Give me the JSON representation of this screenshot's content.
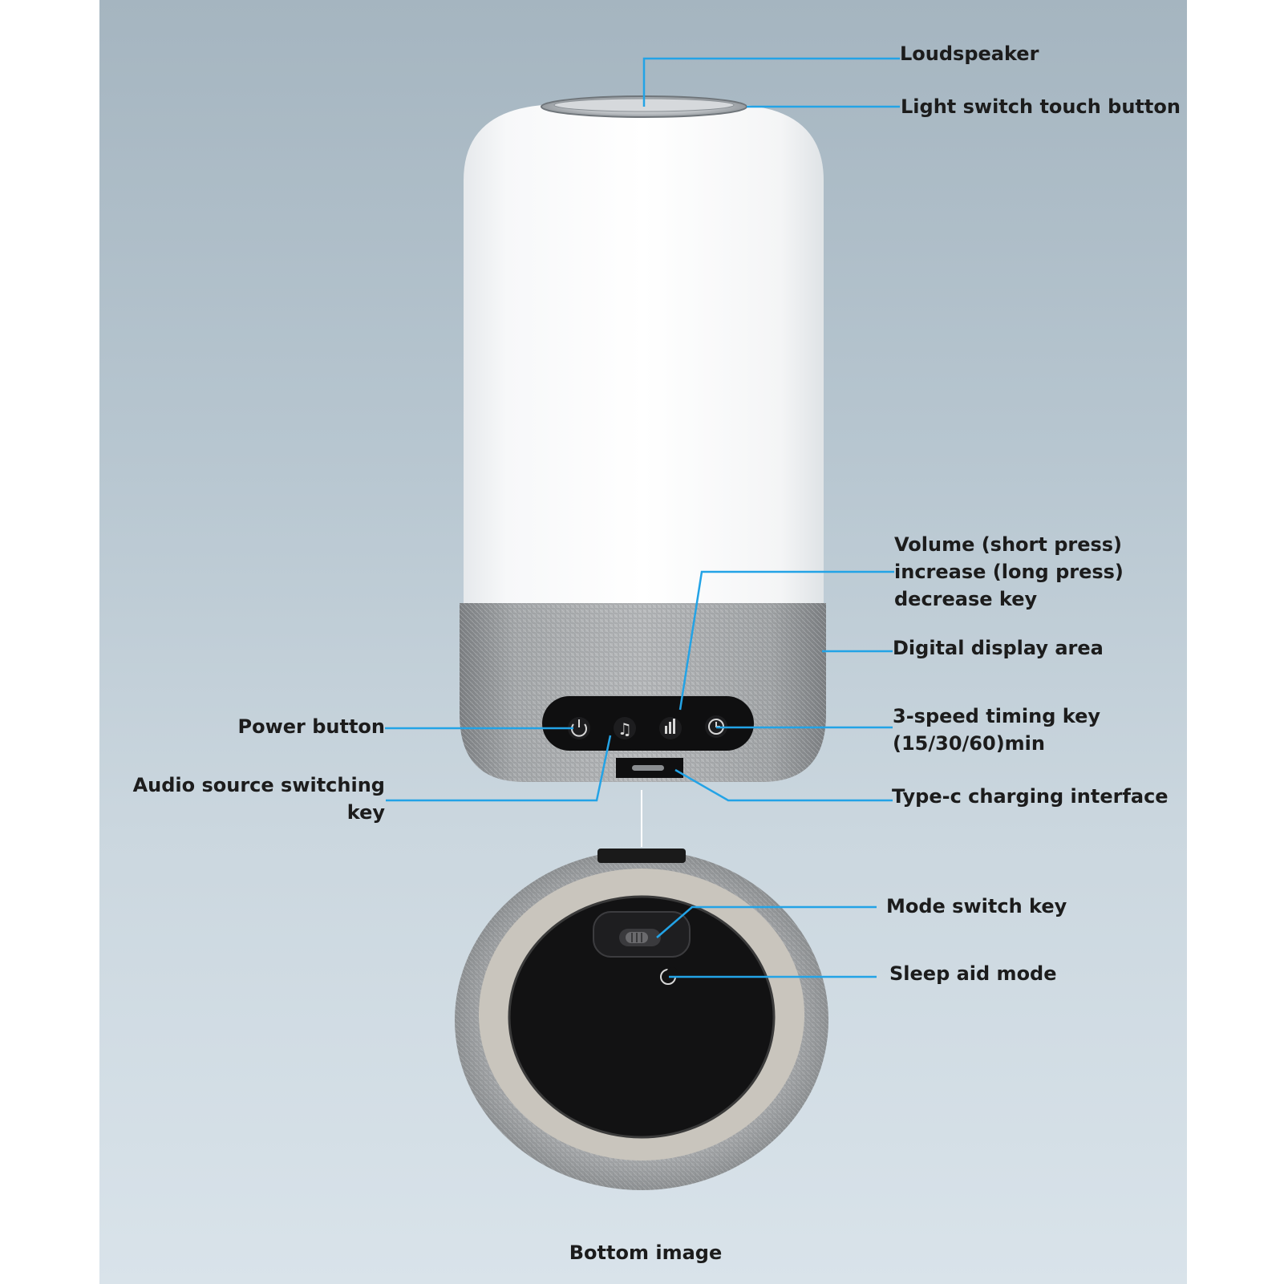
{
  "labels": {
    "loudspeaker": "Loudspeaker",
    "light_switch": "Light switch touch button",
    "volume_line1": "Volume (short press)",
    "volume_line2": "increase (long press)",
    "volume_line3": "decrease key",
    "digital_display": "Digital display area",
    "power_button": "Power button",
    "timing_line1": "3-speed timing key",
    "timing_line2": "(15/30/60)min",
    "audio_line1": "Audio source switching",
    "audio_line2": "key",
    "typec": "Type-c charging interface",
    "mode_switch": "Mode switch key",
    "sleep_aid": "Sleep aid mode",
    "bottom_image": "Bottom image"
  },
  "colors": {
    "leader_line": "#23a3e6",
    "label_text": "#1c1c1c",
    "background_top": "#a5b5c0",
    "background_bottom": "#d9e3ea"
  },
  "icons": [
    "power-icon",
    "music-note-icon",
    "volume-key-icon",
    "timer-icon",
    "moon-icon"
  ]
}
